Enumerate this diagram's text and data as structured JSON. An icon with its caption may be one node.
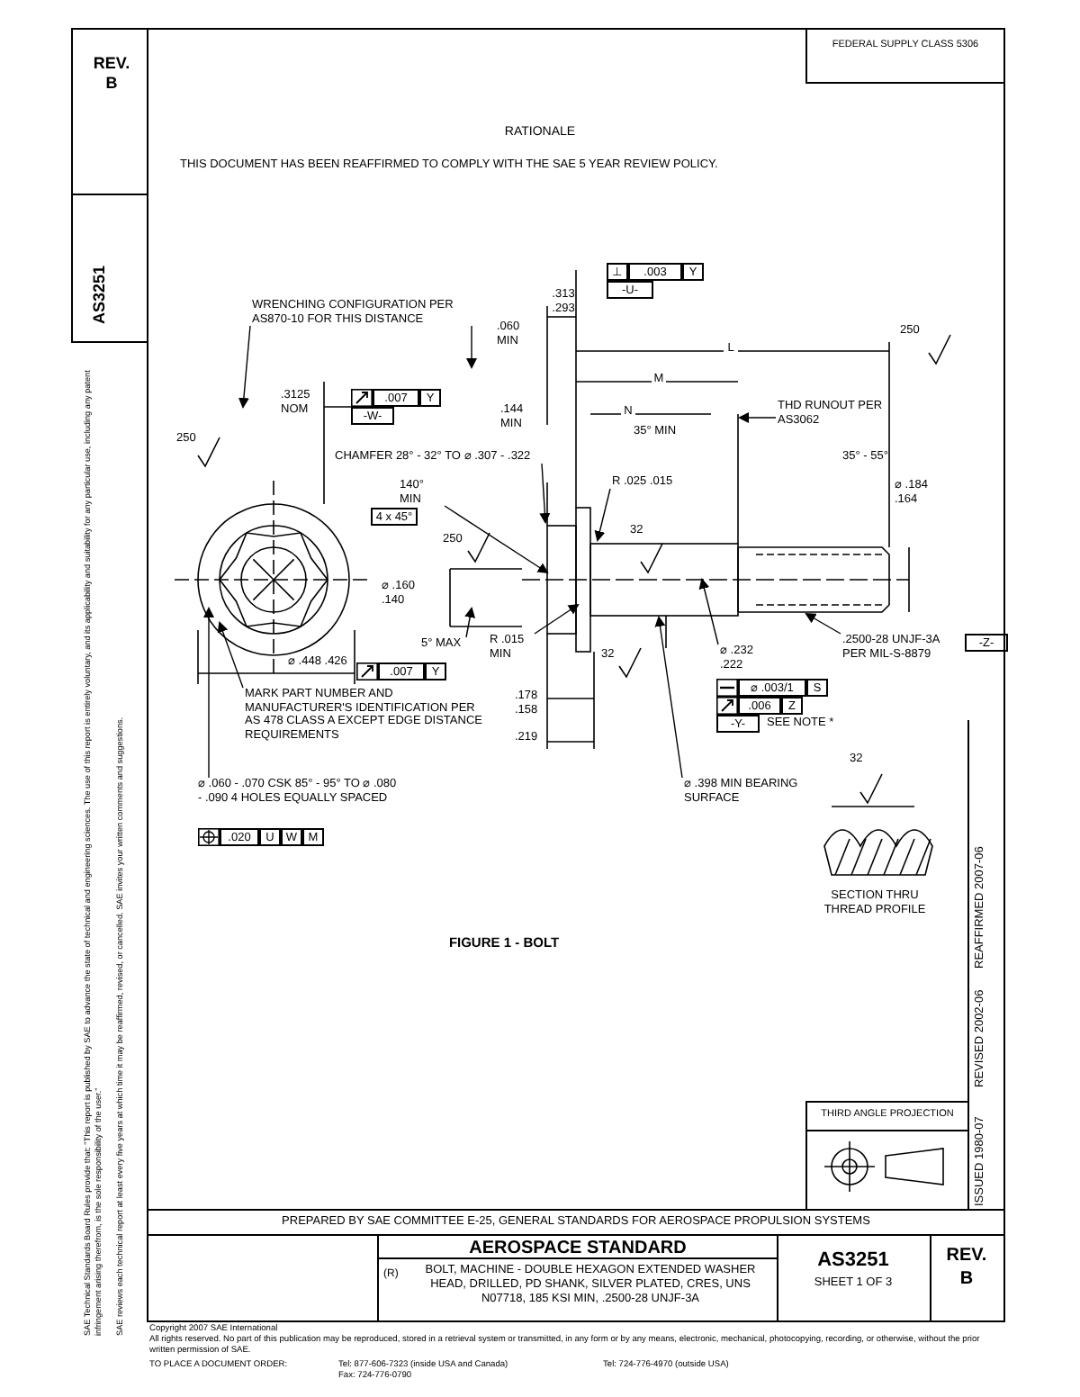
{
  "diagram": {
    "caption": "FIGURE 1 - BOLT",
    "nodes": [
      {
        "text": [
          "WRENCHING CONFIGURATION PER AS870-10 FOR THIS DISTANCE"
        ]
      },
      {
        "text": [
          "CHAMFER 28° - 32° TO ⌀ .307 - .322"
        ]
      },
      {
        "text": [
          "THD RUNOUT PER AS3062"
        ]
      },
      {
        "text": [
          ".2500-28 UNJF-3A PER MIL-S-8879"
        ]
      },
      {
        "text": [
          "MARK PART NUMBER AND MANUFACTURER'S IDENTIFICATION PER AS 478 CLASS A EXCEPT EDGE DISTANCE REQUIREMENTS"
        ]
      },
      {
        "text": [
          "⌀ .060 - .070 CSK 85° - 95° TO ⌀ .080 - .090 4 HOLES EQUALLY SPACED"
        ]
      },
      {
        "text": [
          "⌀ .398 MIN BEARING SURFACE"
        ]
      },
      {
        "text": [
          "R .015 MIN"
        ]
      },
      {
        "text": [
          "R .025 .015"
        ]
      },
      {
        "text": [
          "140° MIN"
        ]
      },
      {
        "text": [
          "5° MAX"
        ]
      },
      {
        "text": [
          "⌀ .232 .222"
        ]
      }
    ],
    "edges": [
      {
        "from": 0,
        "to": null,
        "arrow": "to"
      },
      {
        "from": 0,
        "to": null,
        "arrow": "to"
      },
      {
        "from": 1,
        "to": null,
        "arrow": "to"
      },
      {
        "from": 2,
        "to": null,
        "arrow": "to"
      },
      {
        "from": 3,
        "to": null,
        "arrow": "to"
      },
      {
        "from": 4,
        "to": null,
        "arrow": "to"
      },
      {
        "from": 5,
        "to": null,
        "arrow": "to"
      },
      {
        "from": 6,
        "to": null,
        "arrow": "to"
      },
      {
        "from": 7,
        "to": null,
        "arrow": "to"
      },
      {
        "from": 8,
        "to": null,
        "arrow": "to"
      },
      {
        "from": 9,
        "to": null,
        "arrow": "to"
      },
      {
        "from": 10,
        "to": null,
        "arrow": "to"
      },
      {
        "from": 11,
        "to": null,
        "arrow": "to"
      }
    ],
    "labels": [
      "REV.",
      "B",
      "AS3251",
      "SAE Technical Standards Board Rules provide that: \"This report is published by SAE to advance the state of technical and engineering sciences. The use of this report is entirely voluntary, and its applicability and suitability for any particular use, including any patent infringement arising therefrom, is the sole responsibility of the user.\"",
      "SAE reviews each technical report at least every five years at which time it may be reaffirmed, revised, or cancelled. SAE invites your written comments and suggestions.",
      "FEDERAL SUPPLY CLASS 5306",
      "RATIONALE",
      "THIS DOCUMENT HAS BEEN REAFFIRMED TO COMPLY WITH THE SAE 5 YEAR REVIEW POLICY.",
      "⊥",
      ".003",
      "Y",
      "-U-",
      ".313 .293",
      ".060 MIN",
      "L",
      "250",
      "M",
      ".3125 NOM",
      ".007",
      "Y",
      "-W-",
      ".144 MIN",
      "N",
      "35° MIN",
      "250",
      "35° - 55°",
      "⌀ .184 .164",
      "4 x 45°",
      "32",
      "250",
      "⌀ .160 .140",
      "-Z-",
      "32",
      "⌀ .448 .426",
      ".007",
      "Y",
      ".178 .158",
      ".219",
      "⌀ .003/1",
      "S",
      ".006",
      "Z",
      "-Y-",
      "SEE NOTE *",
      ".020",
      "U",
      "W",
      "M",
      "32",
      "SECTION THRU THREAD PROFILE",
      "THIRD ANGLE PROJECTION",
      "ISSUED 1980-07",
      "REVISED 2002-06",
      "REAFFIRMED 2007-06",
      "PREPARED BY SAE COMMITTEE E-25, GENERAL STANDARDS FOR AEROSPACE PROPULSION SYSTEMS",
      "AEROSPACE STANDARD",
      "(R)",
      "BOLT, MACHINE - DOUBLE HEXAGON EXTENDED WASHER HEAD, DRILLED, PD SHANK, SILVER PLATED, CRES, UNS N07718, 185 KSI MIN, .2500-28 UNJF-3A",
      "AS3251",
      "SHEET 1 OF 3",
      "REV.",
      "B",
      "Copyright 2007 SAE International",
      "All rights reserved. No part of this publication may be reproduced, stored in a retrieval system or transmitted, in any form or by any means, electronic, mechanical, photocopying, recording, or otherwise, without the prior written permission of SAE.",
      "TO PLACE A DOCUMENT ORDER:",
      "Tel: 877-606-7323 (inside USA and Canada)",
      "Tel: 724-776-4970 (outside USA)",
      "Fax: 724-776-0790"
    ]
  }
}
